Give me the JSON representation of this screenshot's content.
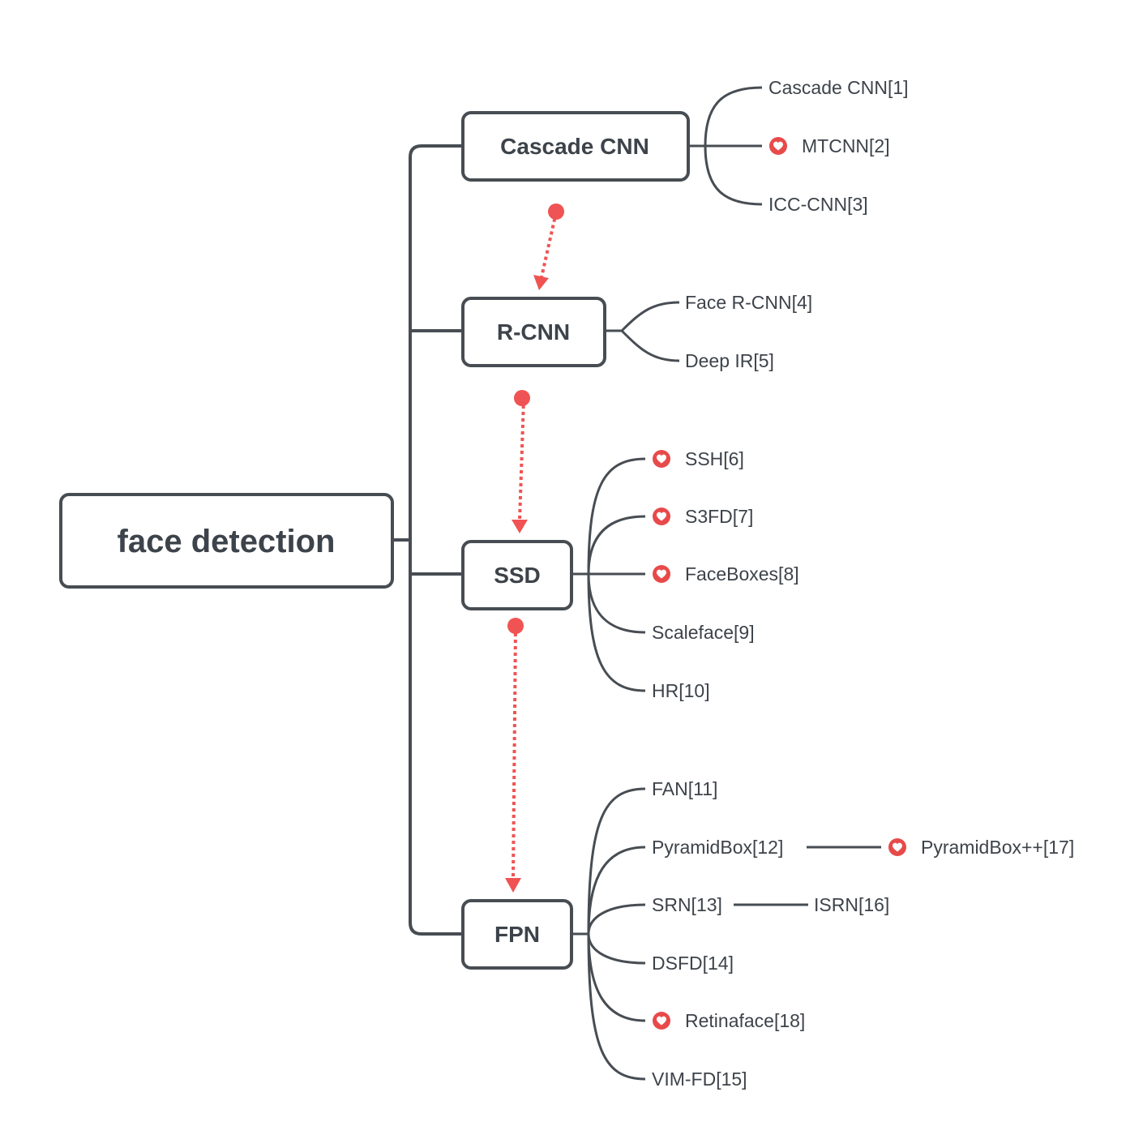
{
  "root": {
    "label": "face detection"
  },
  "nodes": [
    {
      "label": "Cascade CNN",
      "leaves": [
        {
          "label": "Cascade CNN[1]",
          "heart": false
        },
        {
          "label": "MTCNN[2]",
          "heart": true
        },
        {
          "label": "ICC-CNN[3]",
          "heart": false
        }
      ]
    },
    {
      "label": "R-CNN",
      "leaves": [
        {
          "label": "Face R-CNN[4]",
          "heart": false
        },
        {
          "label": "Deep IR[5]",
          "heart": false
        }
      ]
    },
    {
      "label": "SSD",
      "leaves": [
        {
          "label": "SSH[6]",
          "heart": true
        },
        {
          "label": "S3FD[7]",
          "heart": true
        },
        {
          "label": "FaceBoxes[8]",
          "heart": true
        },
        {
          "label": "Scaleface[9]",
          "heart": false
        },
        {
          "label": "HR[10]",
          "heart": false
        }
      ]
    },
    {
      "label": "FPN",
      "leaves": [
        {
          "label": "FAN[11]",
          "heart": false
        },
        {
          "label": "PyramidBox[12]",
          "heart": false,
          "child": {
            "label": "PyramidBox++[17]",
            "heart": true
          }
        },
        {
          "label": "SRN[13]",
          "heart": false,
          "child": {
            "label": "ISRN[16]",
            "heart": false
          }
        },
        {
          "label": "DSFD[14]",
          "heart": false
        },
        {
          "label": "Retinaface[18]",
          "heart": true
        },
        {
          "label": "VIM-FD[15]",
          "heart": false
        }
      ]
    }
  ],
  "colors": {
    "line": "#474d53",
    "text": "#3d434a",
    "accent": "#f05353",
    "heart_badge": "#e84a4a"
  },
  "icons": {
    "heart": "heart-icon",
    "arrow": "dotted-arrow"
  }
}
